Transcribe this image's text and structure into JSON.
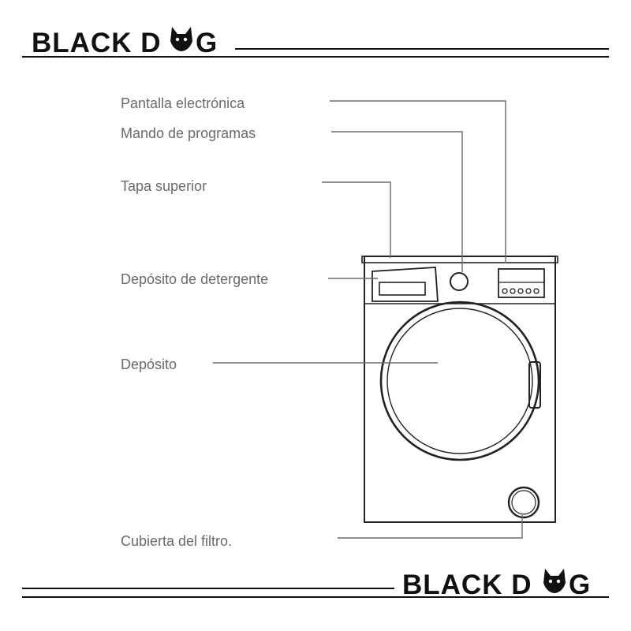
{
  "brand": {
    "text_before": "BLACK D",
    "text_after": "G",
    "mark": "cat-head-icon"
  },
  "labels": {
    "display": "Pantalla electrónica",
    "program_knob": "Mando de programas",
    "top_cover": "Tapa superior",
    "detergent_drawer": "Depósito de detergente",
    "drum": "Depósito",
    "filter_cover": "Cubierta del filtro."
  },
  "colors": {
    "label_text": "#6a6a6a",
    "outline": "#222222",
    "brand": "#111111"
  }
}
